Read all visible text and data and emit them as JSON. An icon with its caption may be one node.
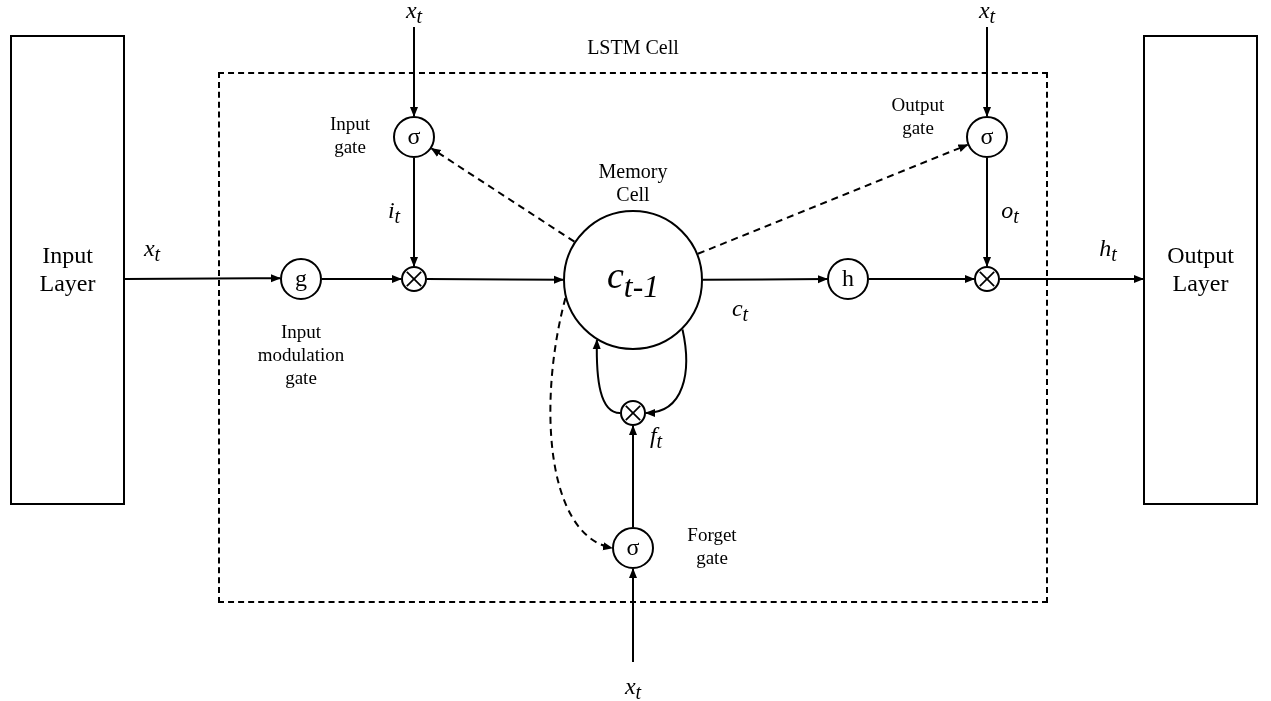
{
  "diagram": {
    "nodes": [
      {
        "text": [
          "Input Layer"
        ]
      },
      {
        "text": [
          "LSTM Cell"
        ]
      },
      {
        "text": [
          "Output Layer"
        ]
      },
      {
        "text": [
          "σ"
        ],
        "in": 1,
        "beside": [
          "Input gate"
        ]
      },
      {
        "text": [
          "g"
        ],
        "in": 1,
        "beside": [
          "Input modulation gate"
        ]
      },
      {
        "text": [],
        "shape": "circle",
        "in": 1
      },
      {
        "text": [
          "Memory Cell",
          "c$_{t-1}$"
        ],
        "in": 1
      },
      {
        "text": [
          "h"
        ],
        "in": 1
      },
      {
        "text": [],
        "shape": "circle",
        "in": 1
      },
      {
        "text": [
          "σ"
        ],
        "in": 1,
        "beside": [
          "Output gate"
        ]
      },
      {
        "text": [],
        "shape": "circle",
        "in": 1
      },
      {
        "text": [
          "σ"
        ],
        "in": 1,
        "beside": [
          "Forget gate"
        ]
      }
    ],
    "edges": [
      {
        "from": 0,
        "to": 4,
        "arrow": "to",
        "label": "x$_{t}$"
      },
      {
        "from": null,
        "to": 3,
        "arrow": "to",
        "label": "x$_{t}$"
      },
      {
        "from": 3,
        "to": 5,
        "arrow": "to",
        "label": "i$_{t}$"
      },
      {
        "from": 4,
        "to": 5,
        "arrow": "to"
      },
      {
        "from": 5,
        "to": 6,
        "arrow": "to"
      },
      {
        "from": 6,
        "to": 3,
        "arrow": "to",
        "style": "dashed"
      },
      {
        "from": 6,
        "to": 9,
        "arrow": "to",
        "style": "dashed"
      },
      {
        "from": 6,
        "to": 7,
        "arrow": "to",
        "label": "c$_{t}$"
      },
      {
        "from": 7,
        "to": 8,
        "arrow": "to"
      },
      {
        "from": null,
        "to": 9,
        "arrow": "to",
        "label": "x$_{t}$"
      },
      {
        "from": 9,
        "to": 8,
        "arrow": "to",
        "label": "o$_{t}$"
      },
      {
        "from": 8,
        "to": 2,
        "arrow": "to",
        "label": "h$_{t}$"
      },
      {
        "from": 6,
        "to": 11,
        "arrow": "to",
        "style": "dashed"
      },
      {
        "from": 10,
        "to": 6,
        "arrow": "to"
      },
      {
        "from": 6,
        "to": 10,
        "arrow": "to"
      },
      {
        "from": 11,
        "to": 10,
        "arrow": "to",
        "label": "f$_{t}$"
      },
      {
        "from": null,
        "to": 11,
        "arrow": "to",
        "label": "x$_{t}$"
      }
    ]
  }
}
